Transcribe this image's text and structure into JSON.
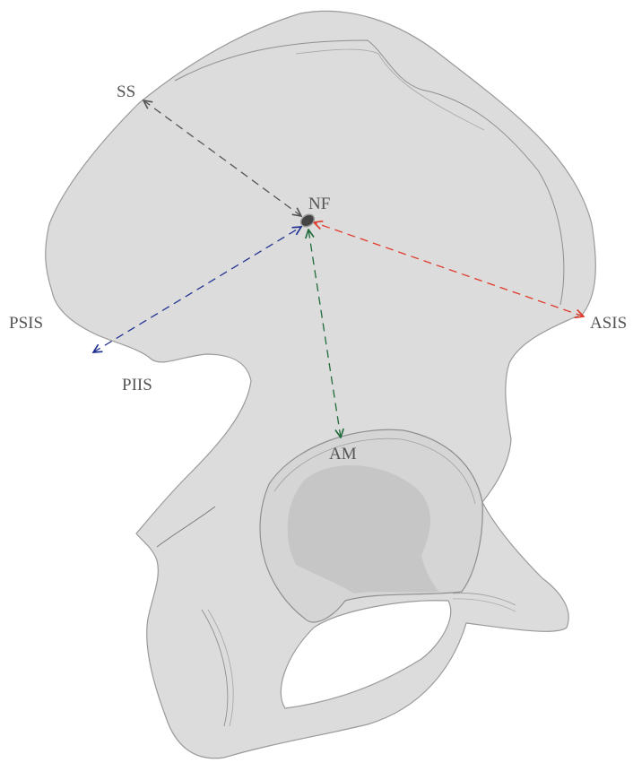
{
  "labels": {
    "ss": "SS",
    "nf": "NF",
    "psis": "PSIS",
    "piis": "PIIS",
    "asis": "ASIS",
    "am": "AM"
  },
  "colors": {
    "bone": "#dcdcdd",
    "bone_outline": "#9a9a9a",
    "acetabulum_fossa": "#c6c6c7",
    "foramen": "#ffffff",
    "ss_line": "#555555",
    "psis_line": "#1f2f8f",
    "asis_line": "#e03a2a",
    "am_line": "#1f6b3a",
    "nf_marker": "#444444",
    "text": "#555555"
  }
}
